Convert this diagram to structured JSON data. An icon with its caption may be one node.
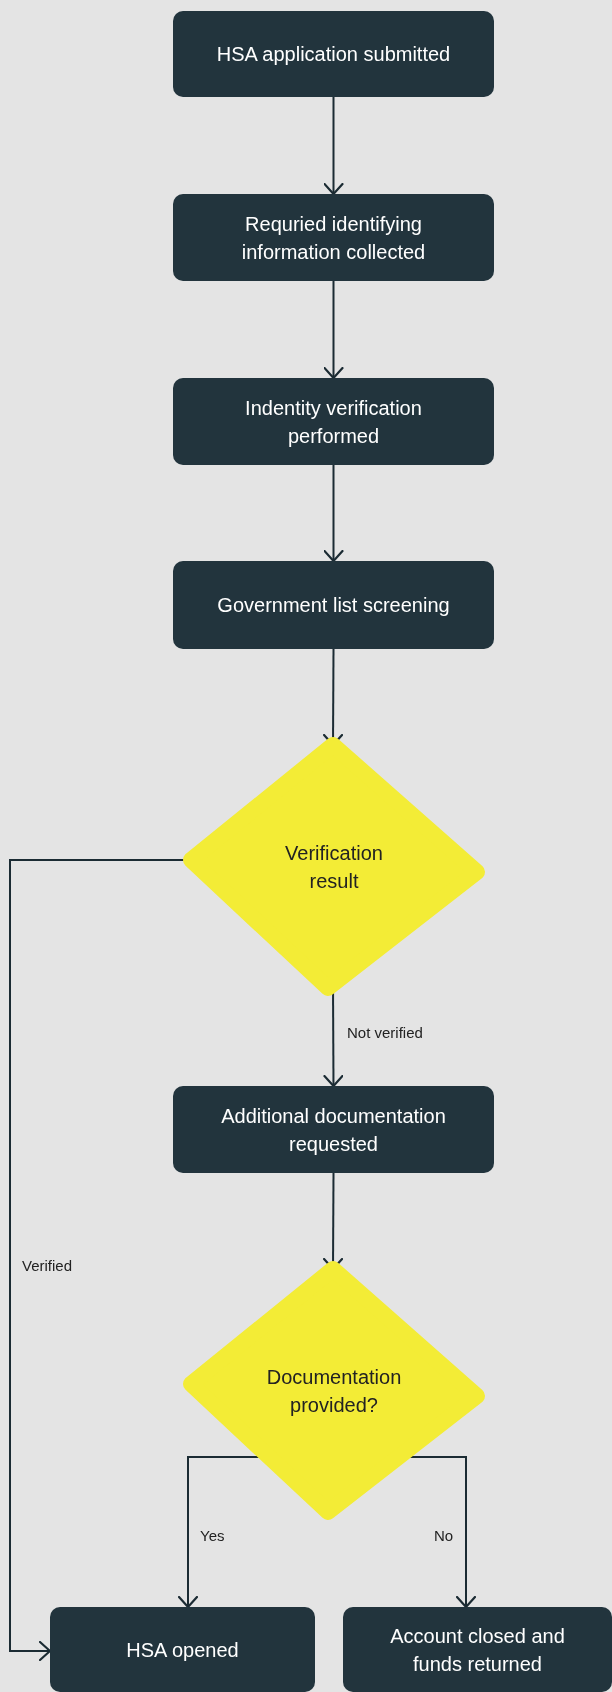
{
  "diagram": {
    "nodes": [
      {
        "text": [
          "HSA application submitted"
        ]
      },
      {
        "text": [
          "Requried identifying information collected"
        ]
      },
      {
        "text": [
          "Indentity verification performed"
        ]
      },
      {
        "text": [
          "Government list screening"
        ]
      },
      {
        "text": [
          "Verification result"
        ]
      },
      {
        "text": [
          "Additional documentation requested"
        ]
      },
      {
        "text": [
          "Documentation provided?"
        ]
      },
      {
        "text": [
          "HSA opened"
        ]
      },
      {
        "text": [
          "Account closed and funds returned"
        ]
      }
    ],
    "edges": [
      {
        "from": 0,
        "to": 1,
        "arrow": "to"
      },
      {
        "from": 1,
        "to": 2,
        "arrow": "to"
      },
      {
        "from": 2,
        "to": 3,
        "arrow": "to"
      },
      {
        "from": 3,
        "to": 4,
        "arrow": "to"
      },
      {
        "from": 4,
        "to": 5,
        "arrow": "to",
        "label": "Not verified"
      },
      {
        "from": 5,
        "to": 6,
        "arrow": "to"
      },
      {
        "from": 6,
        "to": 7,
        "arrow": "to",
        "label": "Yes"
      },
      {
        "from": 6,
        "to": 8,
        "arrow": "to",
        "label": "No"
      },
      {
        "from": 4,
        "to": 7,
        "arrow": "to",
        "label": "Verified"
      }
    ]
  }
}
